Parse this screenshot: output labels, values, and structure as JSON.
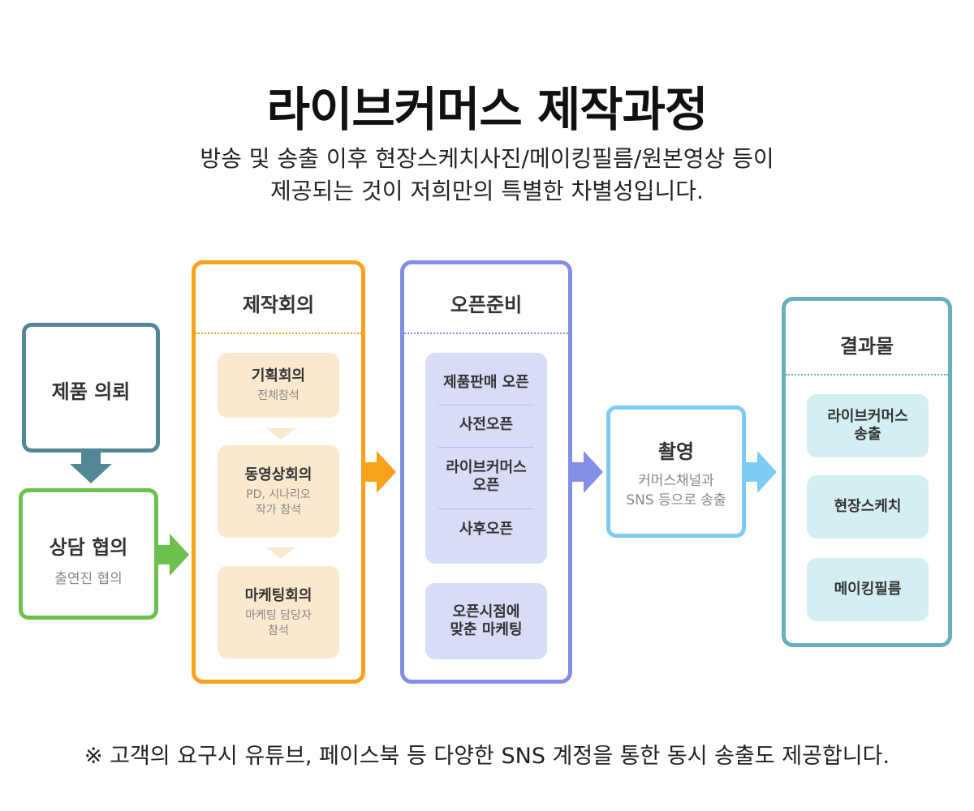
{
  "title": "라이브커머스 제작과정",
  "subtitle": {
    "line1": "방송 및 송출 이후 현장스케치사진/메이킹필름/원본영상 등이",
    "line2": "제공되는 것이 저희만의 특별한 차별성입니다."
  },
  "steps": {
    "request": {
      "title": "제품 의뢰"
    },
    "consult": {
      "title": "상담 협의",
      "sub": "출연진 협의"
    },
    "meeting": {
      "title": "제작회의",
      "cards": [
        {
          "title": "기획회의",
          "sub": "전체참석"
        },
        {
          "title": "동영상회의",
          "sub1": "PD, 시나리오",
          "sub2": "작가 참석"
        },
        {
          "title": "마케팅회의",
          "sub1": "마케팅 담당자",
          "sub2": "참석"
        }
      ]
    },
    "open": {
      "title": "오픈준비",
      "items": [
        "제품판매 오픈",
        "사전오픈",
        "라이브커머스",
        "오픈",
        "사후오픈"
      ],
      "marketing": [
        "오픈시점에",
        "맞춘 마케팅"
      ]
    },
    "shoot": {
      "title": "촬영",
      "sub1": "커머스채널과",
      "sub2": "SNS 등으로 송출"
    },
    "result": {
      "title": "결과물",
      "items": [
        {
          "line1": "라이브커머스",
          "line2": "송출"
        },
        {
          "line1": "현장스케치"
        },
        {
          "line1": "메이킹필름"
        }
      ]
    }
  },
  "colors": {
    "request": "#528895",
    "consult": "#6cc14e",
    "meeting": "#f9a11b",
    "open": "#838ee6",
    "shoot": "#7dcaf4",
    "result": "#67afba"
  },
  "footnote": "※ 고객의 요구시 유튜브, 페이스북 등 다양한 SNS 계정을 통한 동시 송출도 제공합니다."
}
